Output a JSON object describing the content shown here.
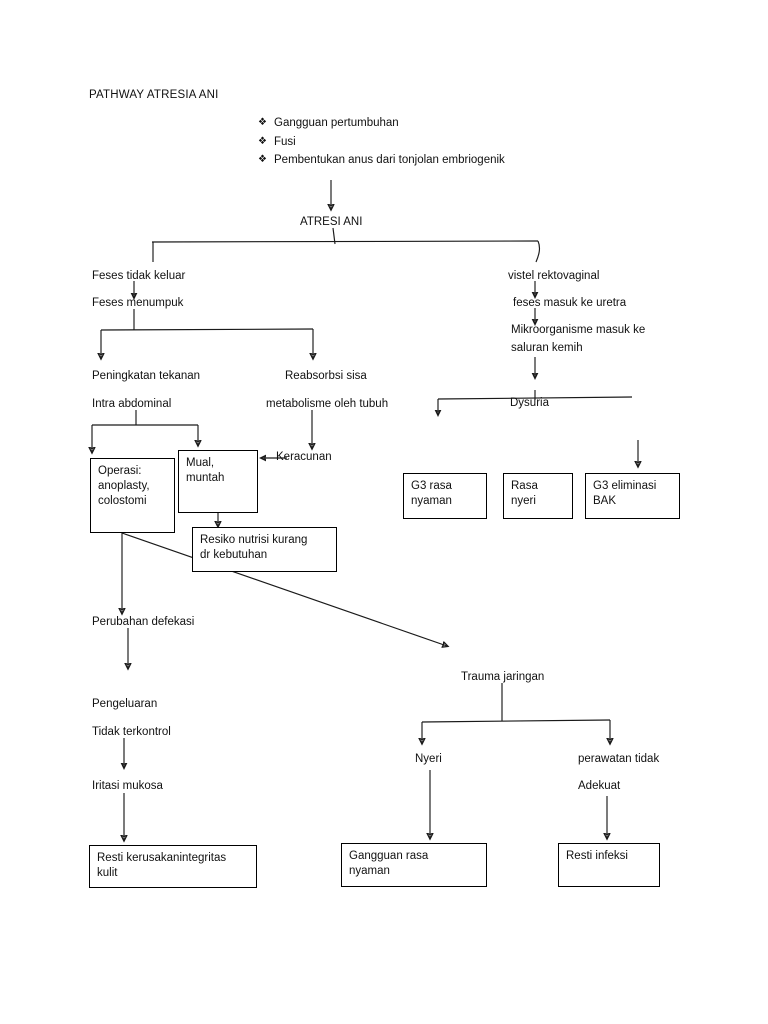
{
  "document": {
    "title": "PATHWAY ATRESIA ANI"
  },
  "causes": {
    "bullet_glyph": "❖",
    "items": [
      "Gangguan pertumbuhan",
      "Fusi",
      "Pembentukan anus dari tonjolan embriogenik"
    ]
  },
  "nodes": {
    "atresi_ani": "ATRESI ANI",
    "feses_tidak_keluar": "Feses tidak keluar",
    "feses_menumpuk": "Feses menumpuk",
    "peningkatan_tekanan": "Peningkatan tekanan",
    "intra_abdominal": "Intra abdominal",
    "reabsorbsi_sisa": "Reabsorbsi sisa",
    "metabolisme_oleh_tubuh": "metabolisme oleh tubuh",
    "keracunan": "Keracunan",
    "vistel_rektovaginal": "vistel rektovaginal",
    "feses_masuk_ke_uretra": "feses masuk ke uretra",
    "mikroorganisme_masuk_ke": "Mikroorganisme masuk ke",
    "saluran_kemih": "saluran kemih",
    "dysuria": "Dysuria",
    "perubahan_defekasi": "Perubahan defekasi",
    "pengeluaran": "Pengeluaran",
    "tidak_terkontrol": "Tidak terkontrol",
    "iritasi_mukosa": "Iritasi mukosa",
    "trauma_jaringan": "Trauma jaringan",
    "nyeri": "Nyeri",
    "perawatan_tidak": "perawatan tidak",
    "adekuat": "Adekuat"
  },
  "boxes": {
    "operasi": "Operasi:\nanoplasty,\ncolostomi",
    "mual_muntah": "Mual,\nmuntah",
    "resiko_nutrisi": "Resiko nutrisi kurang\ndr kebutuhan",
    "g3_rasa_nyaman": "G3 rasa\nnyaman",
    "rasa_nyeri": "Rasa\nnyeri",
    "g3_eliminasi_bak": "G3 eliminasi\nBAK",
    "resti_kerusakan": "Resti kerusakanintegritas\nkulit",
    "gangguan_rasa_nyaman": "Gangguan rasa\nnyaman",
    "resti_infeksi": "Resti infeksi"
  },
  "colors": {
    "stroke": "#1a1a1a",
    "text": "#111111",
    "background": "#ffffff"
  }
}
